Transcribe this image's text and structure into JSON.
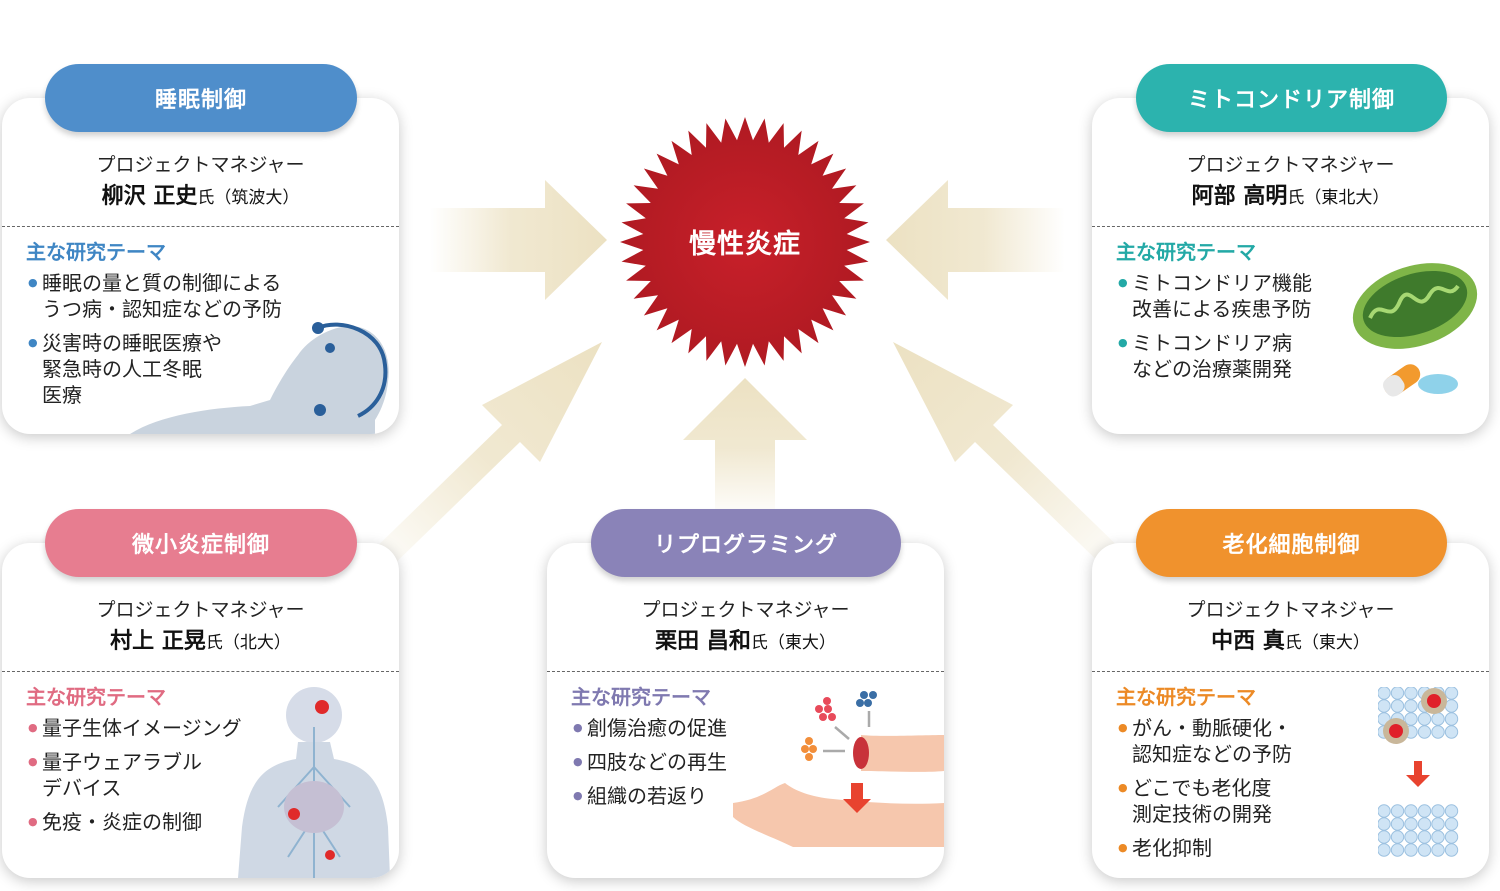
{
  "center": {
    "label": "慢性炎症",
    "color": "#c8202a"
  },
  "pm_label": "プロジェクトマネジャー",
  "theme_heading": "主な研究テーマ",
  "cards": {
    "sleep": {
      "title": "睡眠制御",
      "color": "#4f8ecb",
      "name": "柳沢 正史",
      "suffix": "氏（筑波大）",
      "items": [
        "睡眠の量と質の制御による\nうつ病・認知症などの予防",
        "災害時の睡眠医療や\n緊急時の人工冬眠\n医療"
      ]
    },
    "mito": {
      "title": "ミトコンドリア制御",
      "color": "#2cb3ae",
      "name": "阿部 高明",
      "suffix": "氏（東北大）",
      "items": [
        "ミトコンドリア機能\n改善による疾患予防",
        "ミトコンドリア病\nなどの治療薬開発"
      ]
    },
    "micro": {
      "title": "微小炎症制御",
      "color": "#e77d90",
      "name": "村上 正晃",
      "suffix": "氏（北大）",
      "items": [
        "量子生体イメージング",
        "量子ウェアラブル\nデバイス",
        "免疫・炎症の制御"
      ]
    },
    "reprog": {
      "title": "リプログラミング",
      "color": "#8a83b8",
      "name": "栗田 昌和",
      "suffix": "氏（東大）",
      "items": [
        "創傷治癒の促進",
        "四肢などの再生",
        "組織の若返り"
      ]
    },
    "senes": {
      "title": "老化細胞制御",
      "color": "#f0922d",
      "name": "中西 真",
      "suffix": "氏（東大）",
      "items": [
        "がん・動脈硬化・\n認知症などの予防",
        "どこでも老化度\n測定技術の開発",
        "老化抑制"
      ]
    }
  }
}
